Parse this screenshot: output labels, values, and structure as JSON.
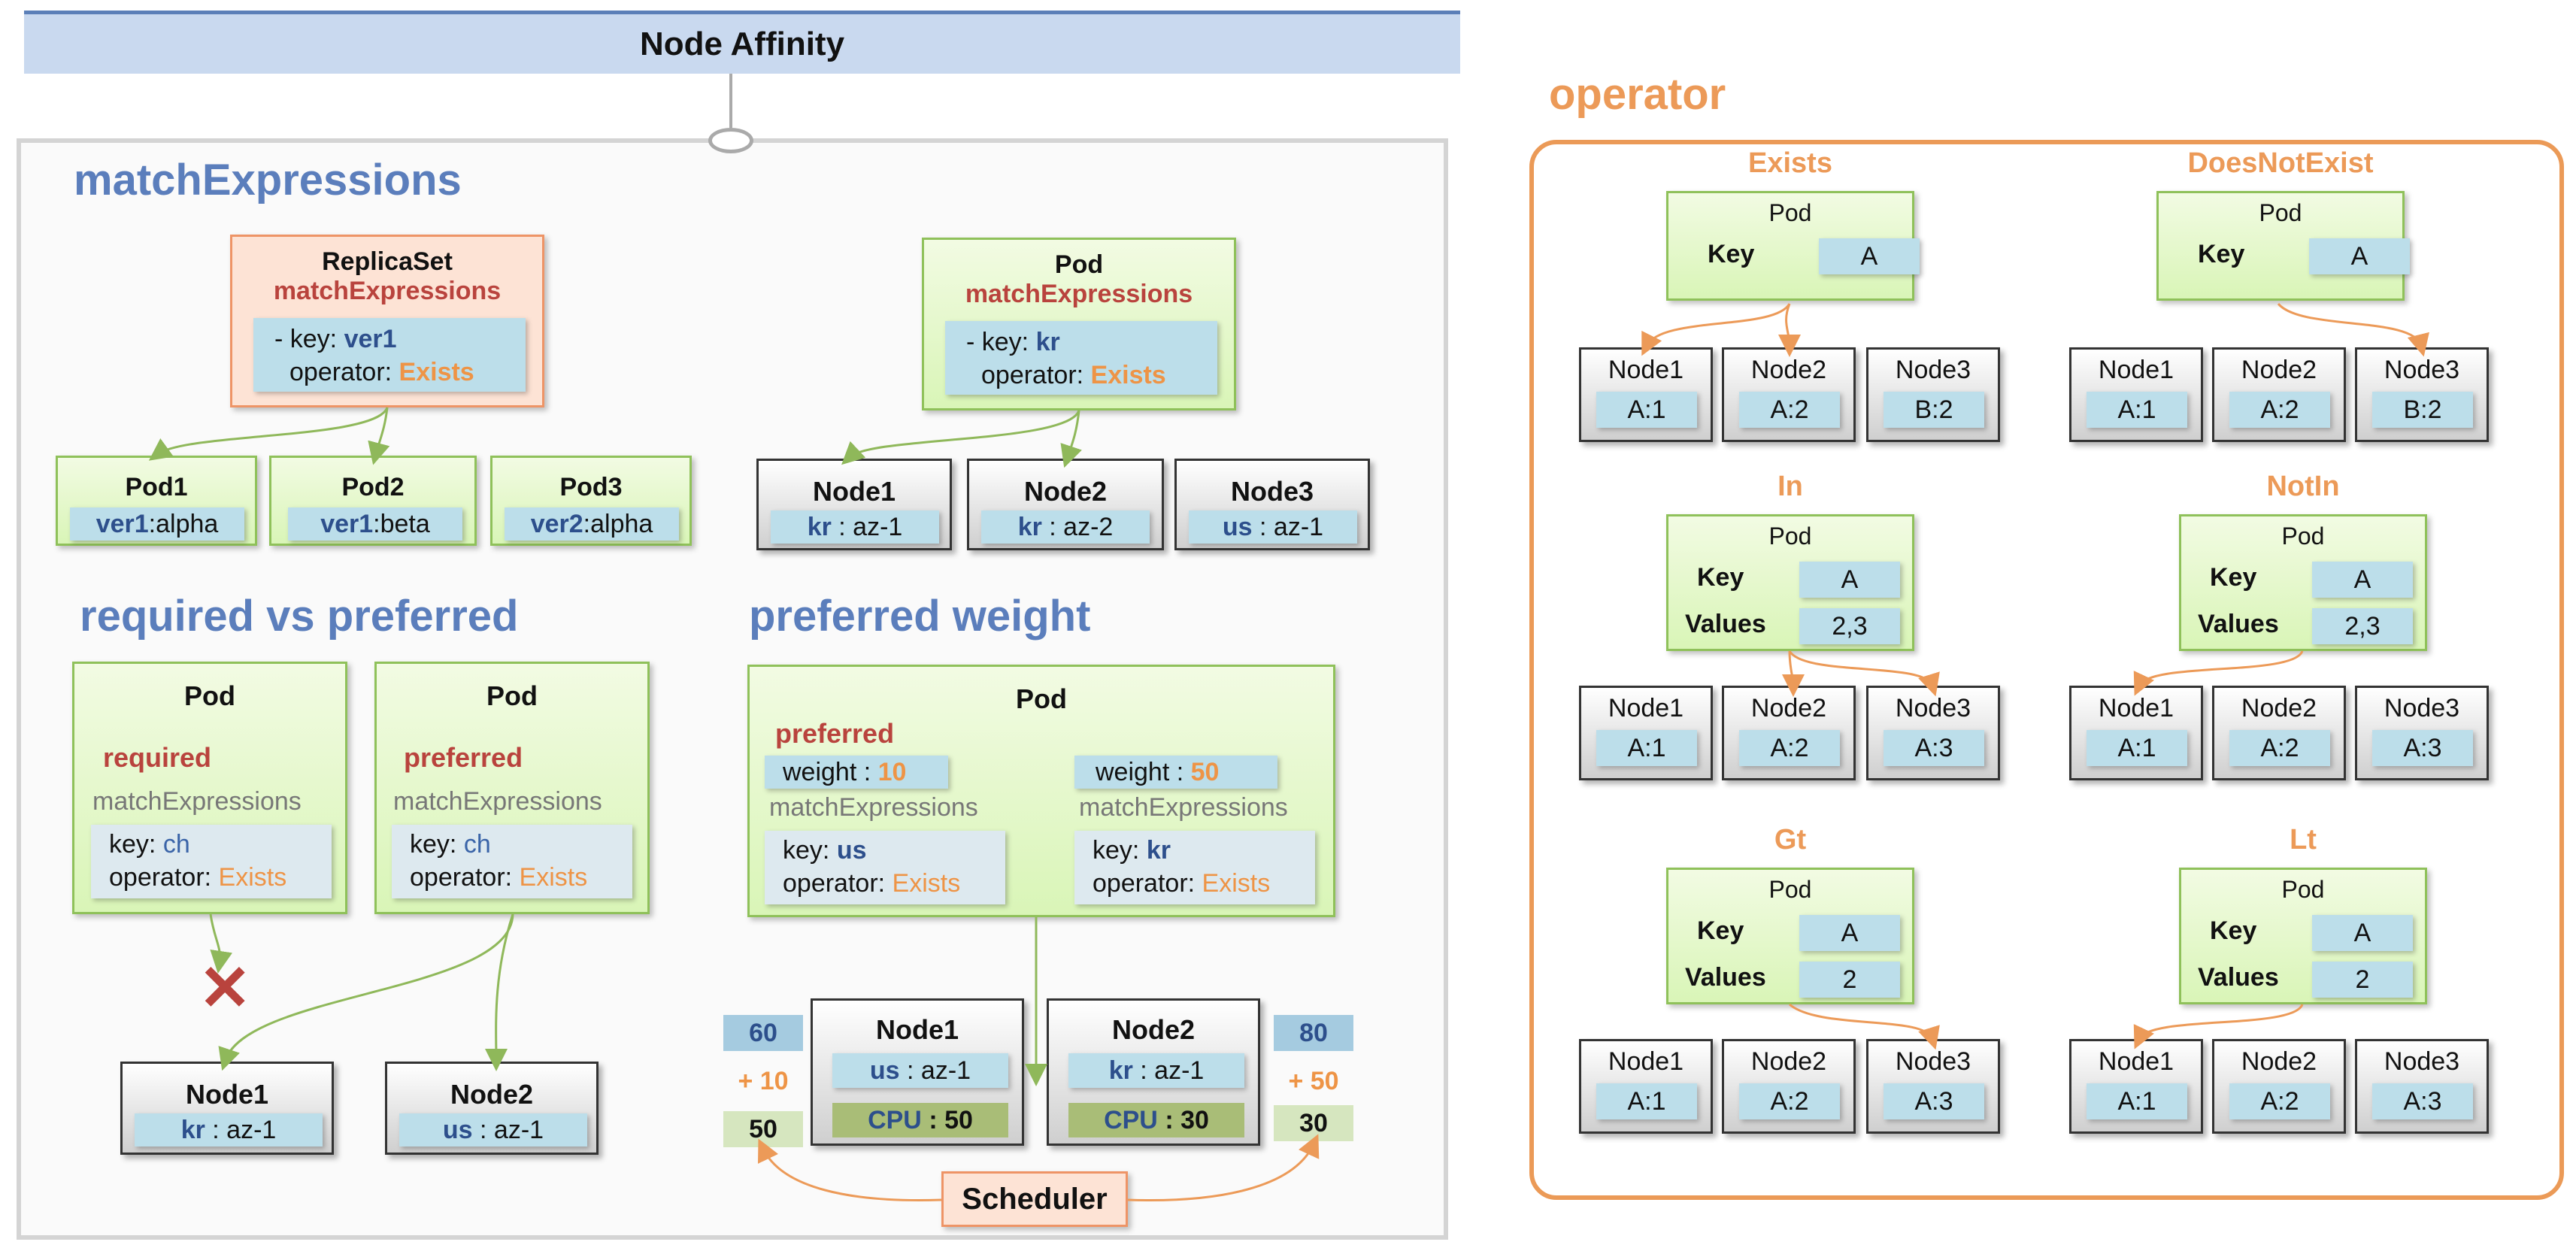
{
  "title": "Node Affinity",
  "match": {
    "heading": "matchExpressions",
    "replicaset": {
      "title": "ReplicaSet",
      "subtitle": "matchExpressions",
      "key_label": "- key: ",
      "key_value": "ver1",
      "op_label": "operator: ",
      "op_value": "Exists"
    },
    "pods": [
      {
        "name": "Pod1",
        "key": "ver1",
        "value": ":alpha"
      },
      {
        "name": "Pod2",
        "key": "ver1",
        "value": ":beta"
      },
      {
        "name": "Pod3",
        "key": "ver2",
        "value": ":alpha"
      }
    ],
    "pod": {
      "title": "Pod",
      "subtitle": "matchExpressions",
      "key_label": "- key: ",
      "key_value": "kr",
      "op_label": "operator: ",
      "op_value": "Exists"
    },
    "nodes": [
      {
        "name": "Node1",
        "key": "kr",
        "value": " : az-1"
      },
      {
        "name": "Node2",
        "key": "kr",
        "value": " : az-2"
      },
      {
        "name": "Node3",
        "key": "us",
        "value": " : az-1"
      }
    ]
  },
  "reqpref": {
    "heading": "required vs preferred",
    "pod_required": {
      "title": "Pod",
      "mode": "required",
      "sub": "matchExpressions",
      "key_label": "key: ",
      "key_value": "ch",
      "op_label": "operator: ",
      "op_value": "Exists"
    },
    "pod_preferred": {
      "title": "Pod",
      "mode": "preferred",
      "sub": "matchExpressions",
      "key_label": "key: ",
      "key_value": "ch",
      "op_label": "operator: ",
      "op_value": "Exists"
    },
    "cross": "✕",
    "nodes": [
      {
        "name": "Node1",
        "key": "kr",
        "value": " : az-1"
      },
      {
        "name": "Node2",
        "key": "us",
        "value": " : az-1"
      }
    ]
  },
  "weight": {
    "heading": "preferred weight",
    "pod": {
      "title": "Pod",
      "mode": "preferred",
      "left": {
        "weight_label": "weight : ",
        "weight": "10",
        "sub": "matchExpressions",
        "key_label": "key: ",
        "key_value": "us",
        "op_label": "operator: ",
        "op_value": "Exists"
      },
      "right": {
        "weight_label": "weight : ",
        "weight": "50",
        "sub": "matchExpressions",
        "key_label": "key: ",
        "key_value": "kr",
        "op_label": "operator: ",
        "op_value": "Exists"
      }
    },
    "node1": {
      "name": "Node1",
      "key": "us",
      "value": " : az-1",
      "cpu_label": "CPU",
      "cpu": " : 50"
    },
    "node2": {
      "name": "Node2",
      "key": "kr",
      "value": " : az-1",
      "cpu_label": "CPU",
      "cpu": " : 30"
    },
    "left_score": {
      "base": "60",
      "add": "+ 10",
      "cpu": "50"
    },
    "right_score": {
      "base": "80",
      "add": "+ 50",
      "cpu": "30"
    },
    "scheduler": "Scheduler"
  },
  "operator": {
    "heading": "operator",
    "pod_label": "Pod",
    "key_label": "Key",
    "values_label": "Values",
    "cards": [
      {
        "name": "Exists",
        "key": "A",
        "values": "",
        "nodes": [
          {
            "name": "Node1",
            "label": "A:1"
          },
          {
            "name": "Node2",
            "label": "A:2"
          },
          {
            "name": "Node3",
            "label": "B:2"
          }
        ]
      },
      {
        "name": "DoesNotExist",
        "key": "A",
        "values": "",
        "nodes": [
          {
            "name": "Node1",
            "label": "A:1"
          },
          {
            "name": "Node2",
            "label": "A:2"
          },
          {
            "name": "Node3",
            "label": "B:2"
          }
        ]
      },
      {
        "name": "In",
        "key": "A",
        "values": "2,3",
        "nodes": [
          {
            "name": "Node1",
            "label": "A:1"
          },
          {
            "name": "Node2",
            "label": "A:2"
          },
          {
            "name": "Node3",
            "label": "A:3"
          }
        ]
      },
      {
        "name": "NotIn",
        "key": "A",
        "values": "2,3",
        "nodes": [
          {
            "name": "Node1",
            "label": "A:1"
          },
          {
            "name": "Node2",
            "label": "A:2"
          },
          {
            "name": "Node3",
            "label": "A:3"
          }
        ]
      },
      {
        "name": "Gt",
        "key": "A",
        "values": "2",
        "nodes": [
          {
            "name": "Node1",
            "label": "A:1"
          },
          {
            "name": "Node2",
            "label": "A:2"
          },
          {
            "name": "Node3",
            "label": "A:3"
          }
        ]
      },
      {
        "name": "Lt",
        "key": "A",
        "values": "2",
        "nodes": [
          {
            "name": "Node1",
            "label": "A:1"
          },
          {
            "name": "Node2",
            "label": "A:2"
          },
          {
            "name": "Node3",
            "label": "A:3"
          }
        ]
      }
    ]
  },
  "colors": {
    "green_line": "#8fb85a",
    "orange_line": "#ec9a58",
    "section_blue": "#5b7ebc",
    "operator_orange": "#ec9a58",
    "red_label": "#b9433d",
    "navy_key": "#2d4f8c"
  }
}
